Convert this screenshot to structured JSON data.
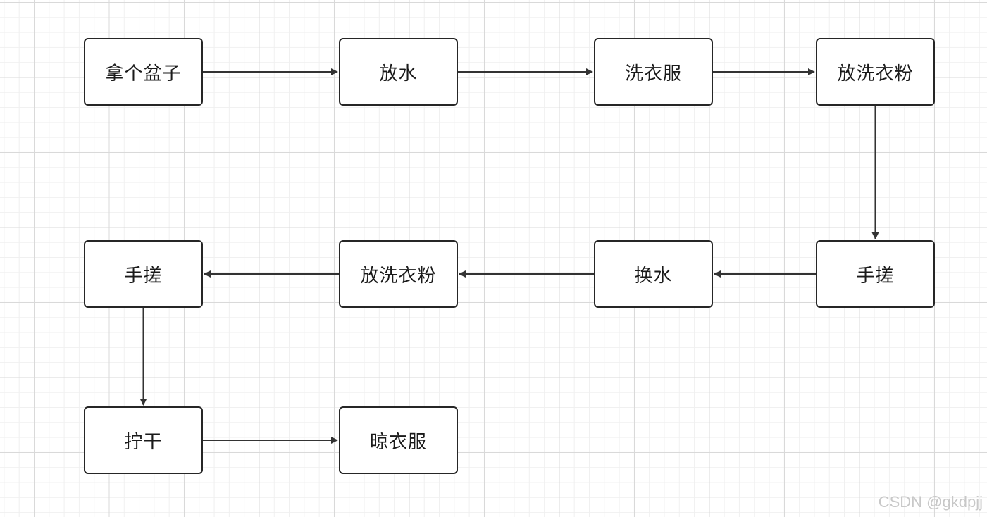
{
  "diagram": {
    "nodes": [
      {
        "id": "n1",
        "label": "拿个盆子"
      },
      {
        "id": "n2",
        "label": "放水"
      },
      {
        "id": "n3",
        "label": "洗衣服"
      },
      {
        "id": "n4",
        "label": "放洗衣粉"
      },
      {
        "id": "n5",
        "label": "手搓"
      },
      {
        "id": "n6",
        "label": "换水"
      },
      {
        "id": "n7",
        "label": "放洗衣粉"
      },
      {
        "id": "n8",
        "label": "手搓"
      },
      {
        "id": "n9",
        "label": "拧干"
      },
      {
        "id": "n10",
        "label": "晾衣服"
      }
    ],
    "edges": [
      {
        "from": "n1",
        "to": "n2"
      },
      {
        "from": "n2",
        "to": "n3"
      },
      {
        "from": "n3",
        "to": "n4"
      },
      {
        "from": "n4",
        "to": "n5"
      },
      {
        "from": "n5",
        "to": "n6"
      },
      {
        "from": "n6",
        "to": "n7"
      },
      {
        "from": "n7",
        "to": "n8"
      },
      {
        "from": "n8",
        "to": "n9"
      },
      {
        "from": "n9",
        "to": "n10"
      }
    ]
  },
  "watermark": "CSDN @gkdpjj",
  "colors": {
    "stroke": "#333333",
    "node_border": "#262626",
    "grid": "#d9d9d9"
  }
}
